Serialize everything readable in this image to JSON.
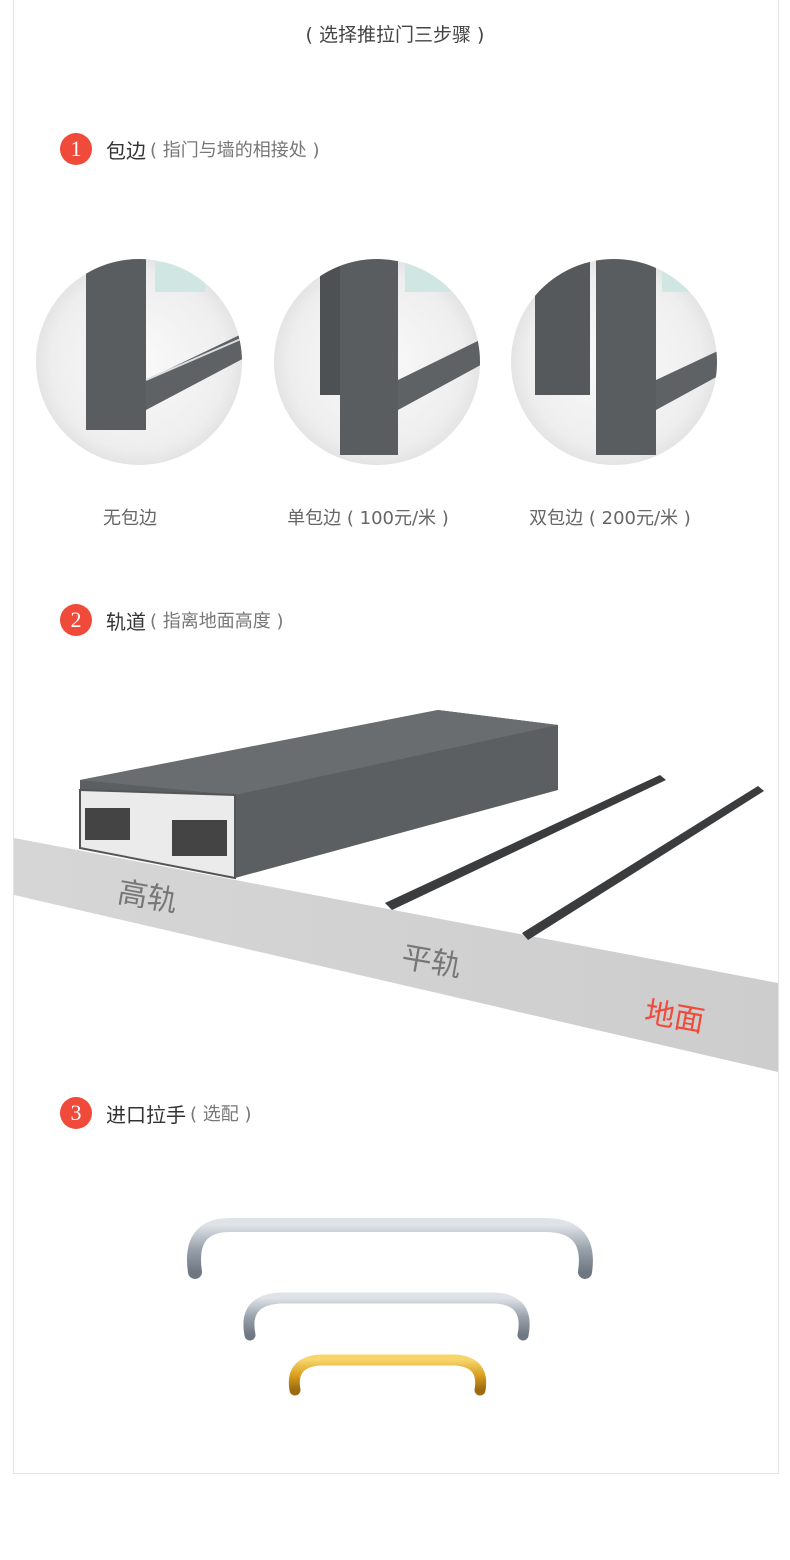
{
  "subtitle": "( 选择推拉门三步骤 )",
  "sections": [
    {
      "number": "1",
      "title": "包边",
      "note": "( 指门与墙的相接处 )",
      "options": [
        "无包边",
        "单包边 ( 100元/米 )",
        "双包边 ( 200元/米 )"
      ]
    },
    {
      "number": "2",
      "title": "轨道",
      "note": "( 指离地面高度 )",
      "labels": {
        "high_rail": "高轨",
        "flat_rail": "平轨",
        "ground": "地面"
      }
    },
    {
      "number": "3",
      "title": "进口拉手",
      "note": "( 选配 )"
    }
  ],
  "colors": {
    "accent": "#f04a3a",
    "profile": "#5a5d60",
    "floor": "#d2d2d2"
  }
}
